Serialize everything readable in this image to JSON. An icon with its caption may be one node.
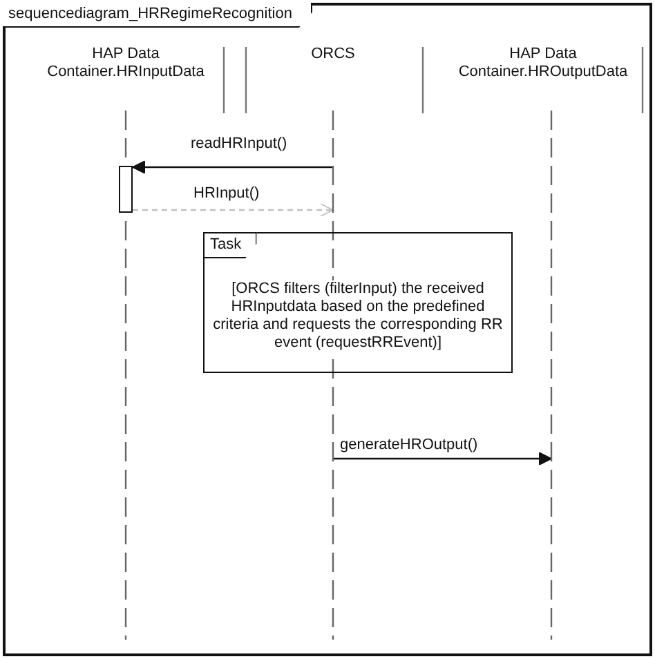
{
  "diagram": {
    "nodes": [
      {
        "text": [
          "sequencediagram_HRRegimeRecognition"
        ]
      },
      {
        "text": [
          "HAP Data Container.HRInputData"
        ],
        "in": 0
      },
      {
        "text": [
          "ORCS"
        ],
        "in": 0
      },
      {
        "text": [
          "HAP Data Container.HROutputData"
        ],
        "in": 0
      },
      {
        "text": [],
        "shape": "bar",
        "in": 1
      },
      {
        "text": [
          "Task",
          "[ORCS filters (filterInput) the received HRInputdata based on the  predefined criteria and requests the corresponding RR event (requestRREvent)]"
        ],
        "in": 0
      }
    ],
    "edges": [
      {
        "from": 2,
        "to": 4,
        "arrow": "to",
        "label": "readHRInput()"
      },
      {
        "from": 4,
        "to": 2,
        "arrow": "to",
        "label": "HRInput()",
        "style": "dashed",
        "color": "#c0c0c0"
      },
      {
        "from": 2,
        "to": 3,
        "arrow": "to",
        "label": "generateHROutput()"
      }
    ]
  }
}
